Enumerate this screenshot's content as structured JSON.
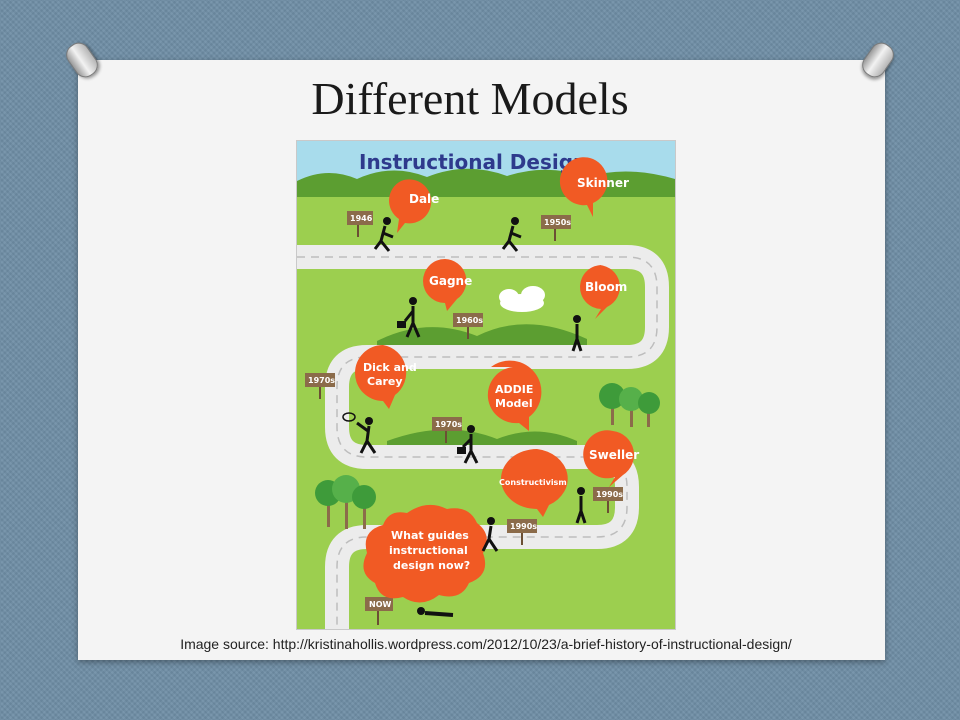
{
  "slide": {
    "title": "Different Models",
    "caption": "Image source: http://kristinahollis.wordpress.com/2012/10/23/a-brief-history-of-instructional-design/"
  },
  "infographic": {
    "heading": "Instructional Design",
    "bubbles": [
      {
        "id": "dale",
        "label": "Dale"
      },
      {
        "id": "skinner",
        "label": "Skinner"
      },
      {
        "id": "gagne",
        "label": "Gagne"
      },
      {
        "id": "bloom",
        "label": "Bloom"
      },
      {
        "id": "dick-carey",
        "line1": "Dick and",
        "line2": "Carey"
      },
      {
        "id": "addie",
        "line1": "ADDIE",
        "line2": "Model"
      },
      {
        "id": "sweller",
        "label": "Sweller"
      },
      {
        "id": "constructivism",
        "label": "Constructivism"
      },
      {
        "id": "now",
        "line1": "What guides",
        "line2": "instructional",
        "line3": "design now?"
      }
    ],
    "signs": [
      "1946",
      "1950s",
      "1960s",
      "1970s",
      "1970s",
      "1990s",
      "1990s",
      "NOW"
    ]
  },
  "colors": {
    "bubble": "#f15a24",
    "grass": "#8dc63f",
    "hill": "#5c9e31",
    "road": "#ececec",
    "sign": "#8b6b4a",
    "sky": "#a8dcec"
  }
}
